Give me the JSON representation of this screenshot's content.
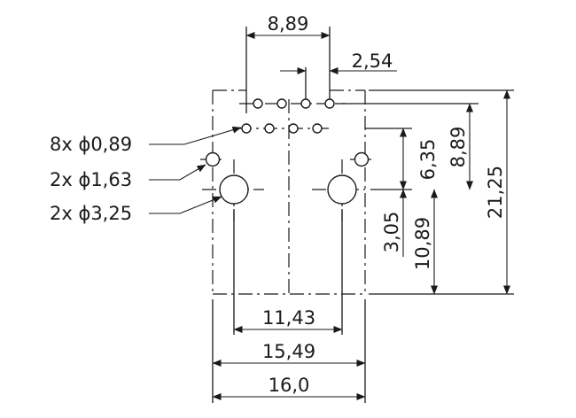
{
  "dimensions": {
    "pitch_width": "8,89",
    "pin_pitch": "2,54",
    "led_offset": "6,35",
    "row_height": "8,89",
    "overall_height": "21,25",
    "peg_height": "3,05",
    "peg_from_edge": "10,89",
    "peg_spacing": "11,43",
    "led_spacing": "15,49",
    "body_width": "16,0"
  },
  "callouts": [
    {
      "label": "8x ϕ0,89"
    },
    {
      "label": "2x ϕ1,63"
    },
    {
      "label": "2x ϕ3,25"
    }
  ],
  "colors": {
    "line": "#1a1a1a",
    "background": "#ffffff"
  }
}
